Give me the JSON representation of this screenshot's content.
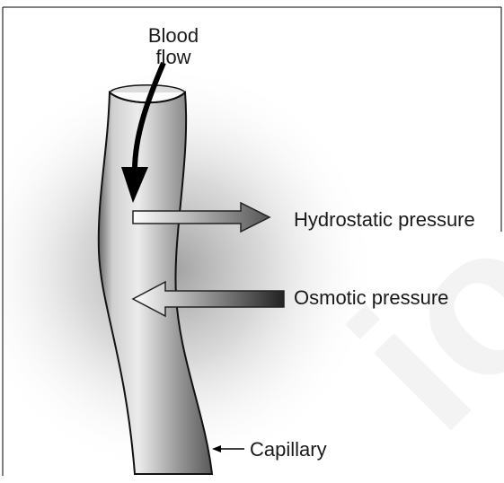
{
  "labels": {
    "blood_flow_line1": "Blood",
    "blood_flow_line2": "flow",
    "hydrostatic": "Hydrostatic pressure",
    "osmotic": "Osmotic pressure",
    "capillary": "Capillary"
  },
  "colors": {
    "vessel_dark": "#555555",
    "vessel_light": "#e6e6e6",
    "halo": "#bdbdbd",
    "watermark": "#f7f7f7"
  },
  "watermark_text": "ion"
}
